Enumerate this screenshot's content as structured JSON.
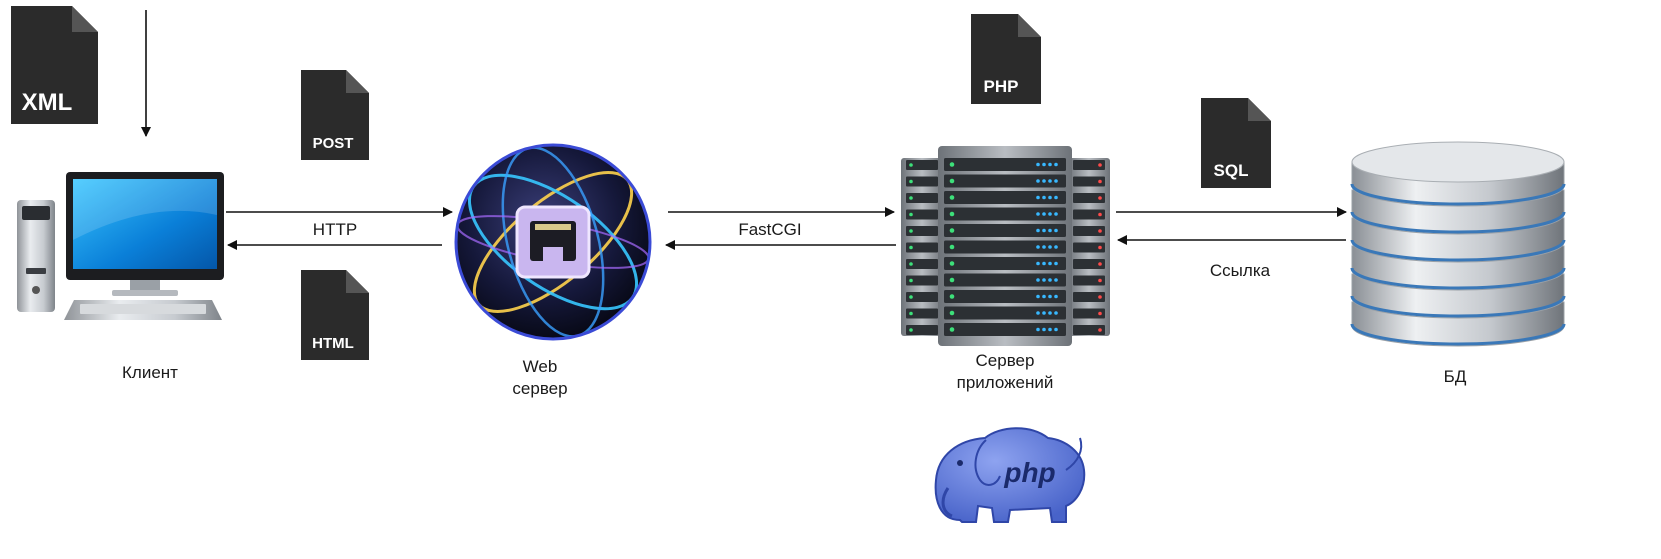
{
  "documents": {
    "xml": "XML",
    "post": "POST",
    "html": "HTML",
    "php": "PHP",
    "sql": "SQL"
  },
  "nodes": {
    "client": "Клиент",
    "web_server_line1": "Web",
    "web_server_line2": "сервер",
    "app_server_line1": "Сервер",
    "app_server_line2": "приложений",
    "database": "БД"
  },
  "connections": {
    "client_web": "HTTP",
    "web_app": "FastCGI",
    "app_db": "Ссылка"
  },
  "logos": {
    "php_mascot": "php"
  }
}
